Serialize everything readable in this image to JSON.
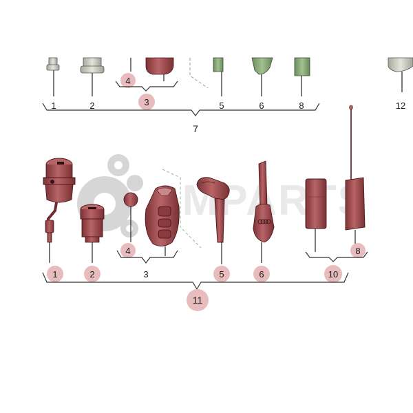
{
  "watermark": {
    "text": "AMPARTS",
    "color": "#b0b0b0"
  },
  "colors": {
    "part_red": "#9e4b4e",
    "part_red_dark": "#6e2c30",
    "part_green": "#8fae7c",
    "part_green_dark": "#5f7d52",
    "part_grey": "#c9c9c0",
    "highlight": "#e8bcbc"
  },
  "top_row": {
    "labels": [
      "1",
      "2",
      "4",
      "3",
      "5",
      "6",
      "8",
      "12"
    ],
    "group_label": "7"
  },
  "bottom_row": {
    "labels": [
      "1",
      "2",
      "4",
      "3",
      "5",
      "6",
      "8",
      "10"
    ],
    "group_label": "11"
  }
}
